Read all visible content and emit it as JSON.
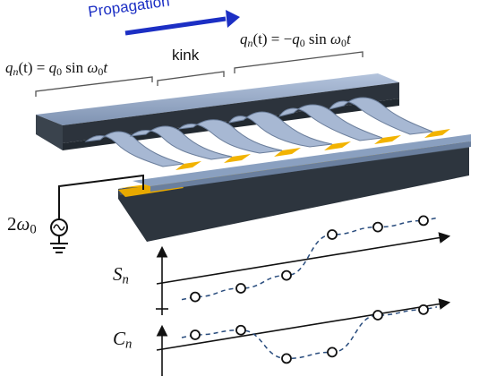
{
  "labels": {
    "propagation": "Propagation",
    "kink": "kink",
    "left_eq": {
      "lhs": "q",
      "sub": "n",
      "arg": "(t) = ",
      "q0": "q",
      "q0sub": "0",
      "fn": " sin ",
      "w": "ω",
      "wsub": "0",
      "t": "t"
    },
    "right_eq": {
      "lhs": "q",
      "sub": "n",
      "arg": "(t) = −",
      "q0": "q",
      "q0sub": "0",
      "fn": " sin ",
      "w": "ω",
      "wsub": "0",
      "t": "t"
    },
    "drive": {
      "coef": "2",
      "w": "ω",
      "wsub": "0"
    },
    "s_axis": {
      "sym": "S",
      "sub": "n"
    },
    "c_axis": {
      "sym": "C",
      "sub": "n"
    }
  },
  "colors": {
    "arrow": "#1c2fc4",
    "metal_top": "#98abc9",
    "metal_dark": "#2e3640",
    "gold": "#f2b300",
    "dash": "#2a4d7e"
  },
  "source_icon": "ac-voltage-source-icon",
  "ground_icon": "ground-icon",
  "plots": {
    "s_n": {
      "points": [
        [
          0,
          0.22
        ],
        [
          1,
          0.3
        ],
        [
          2,
          0.42
        ],
        [
          3,
          0.8
        ],
        [
          4,
          0.87
        ],
        [
          5,
          0.93
        ]
      ]
    },
    "c_n": {
      "points": [
        [
          0,
          0.5
        ],
        [
          1,
          0.56
        ],
        [
          2,
          0.2
        ],
        [
          3,
          0.28
        ],
        [
          4,
          0.75
        ],
        [
          5,
          0.82
        ]
      ]
    }
  }
}
